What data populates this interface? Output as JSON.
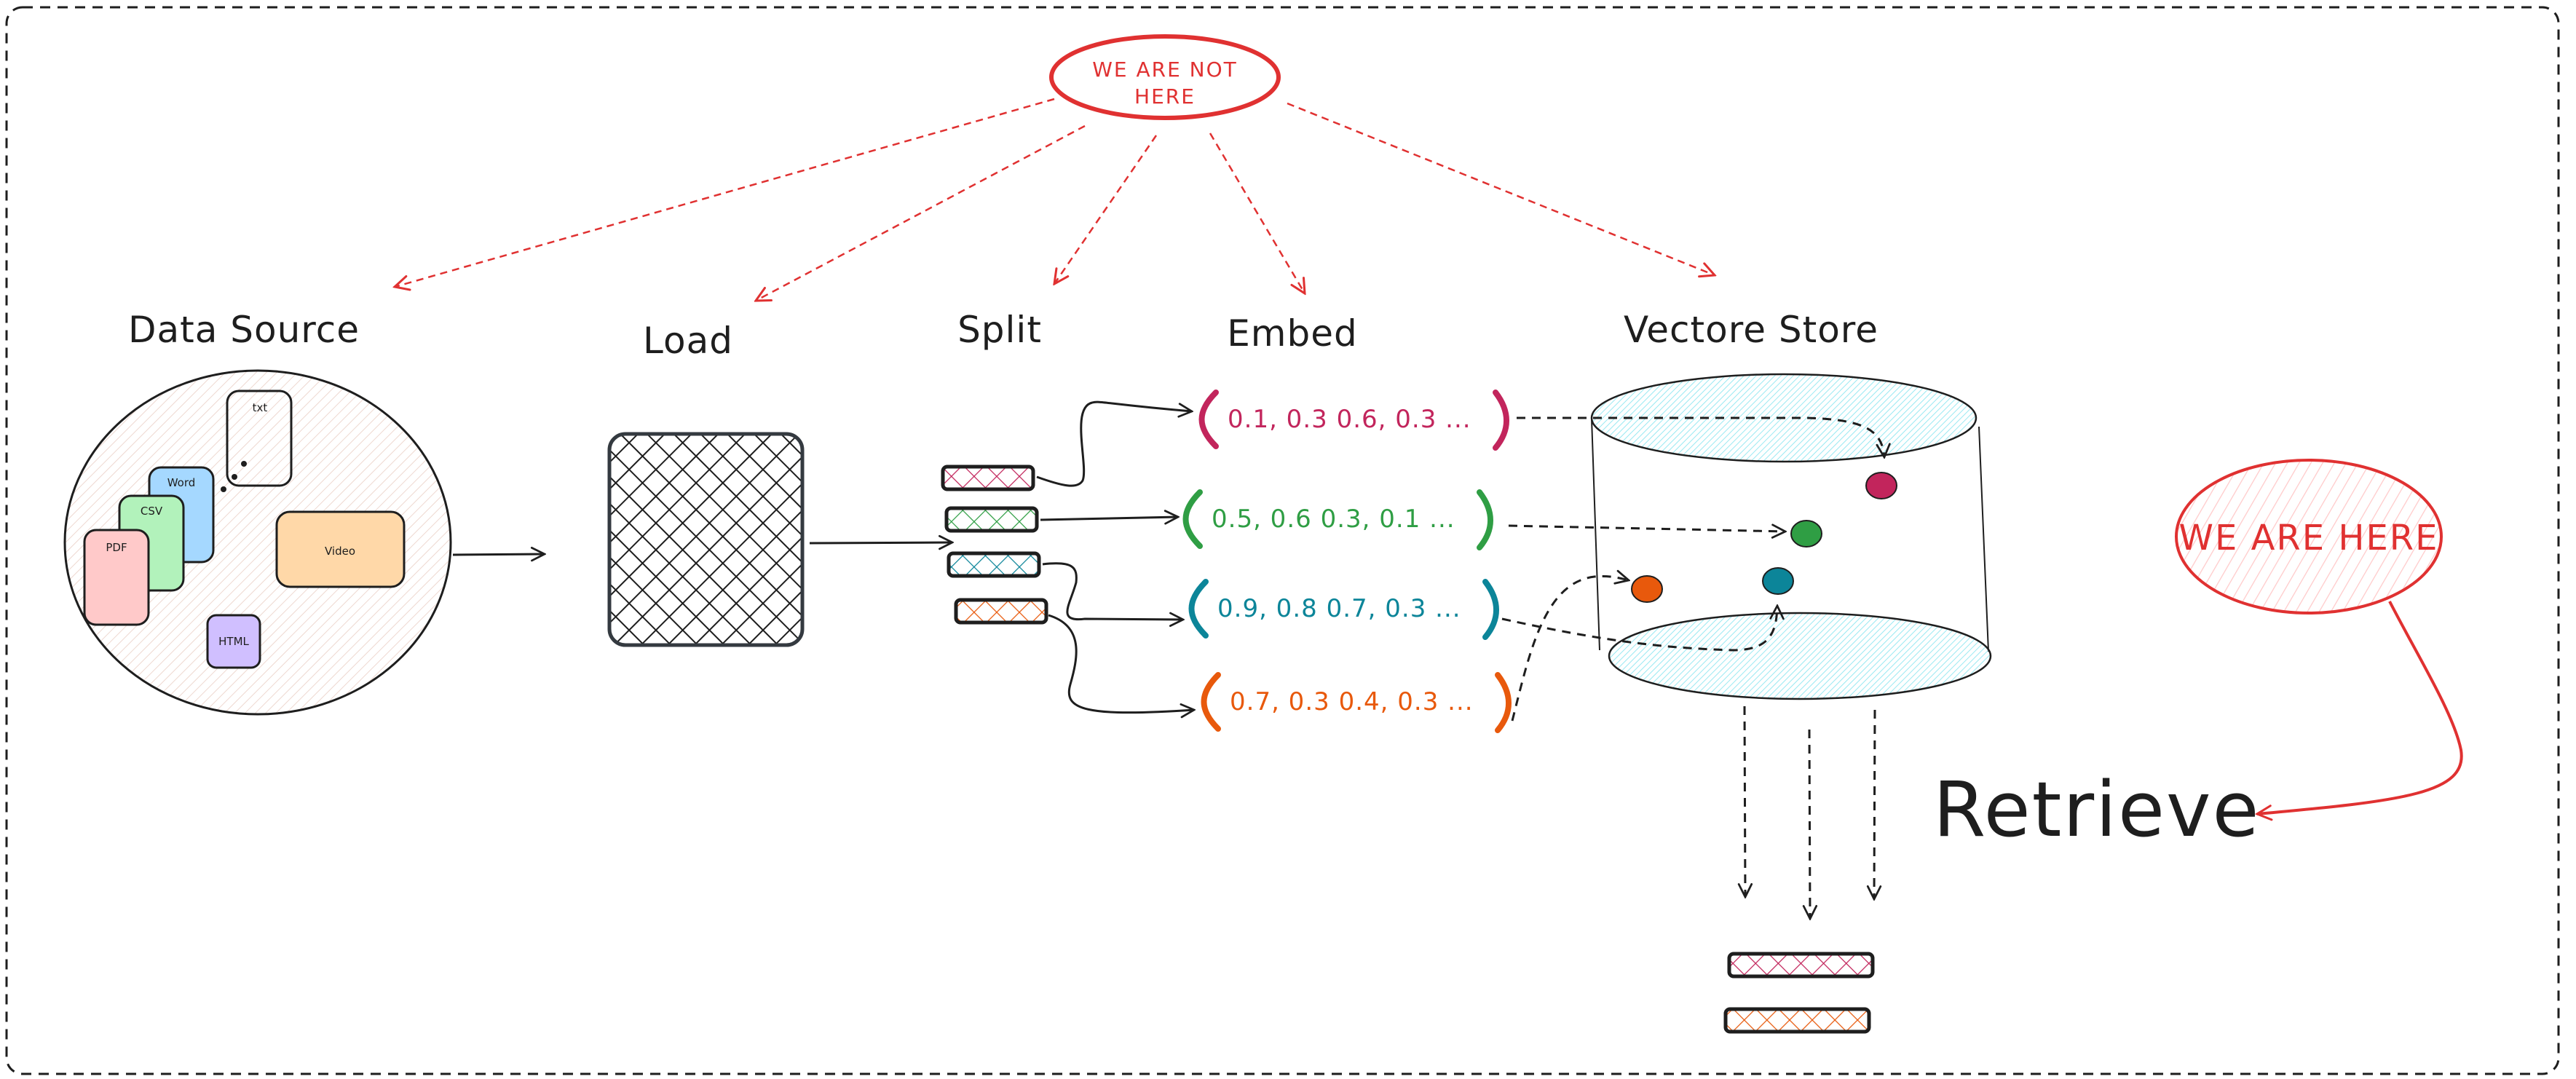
{
  "colors": {
    "ink": "#1e1e1e",
    "red": "#e03131",
    "pink": "#c2255c",
    "green": "#2f9e44",
    "teal": "#0c8599",
    "orange": "#e8590c",
    "pdf_fill": "#ffc9c9",
    "csv_fill": "#b2f2bb",
    "word_fill": "#a5d8ff",
    "video_fill": "#ffd8a8",
    "html_fill": "#d0bfff",
    "store_fill": "#c5f6fa"
  },
  "callouts": {
    "not_here": {
      "line1": "WE ARE NOT",
      "line2": "HERE"
    },
    "here": "WE ARE HERE"
  },
  "stages": {
    "data_source": "Data Source",
    "load": "Load",
    "split": "Split",
    "embed": "Embed",
    "vector_store": "Vectore Store",
    "retrieve": "Retrieve"
  },
  "data_sources": {
    "txt": "txt",
    "word": "Word",
    "csv": "CSV",
    "pdf": "PDF",
    "video": "Video",
    "html": "HTML"
  },
  "embeddings": [
    {
      "text": "0.1, 0.3 0.6, 0.3  ...",
      "color": "pink"
    },
    {
      "text": "0.5, 0.6 0.3, 0.1  ...",
      "color": "green"
    },
    {
      "text": "0.9, 0.8 0.7, 0.3  ...",
      "color": "teal"
    },
    {
      "text": "0.7, 0.3 0.4, 0.3  ...",
      "color": "orange"
    }
  ],
  "chunks": [
    "pink",
    "green",
    "teal",
    "orange"
  ],
  "stored_vectors": [
    "pink",
    "green",
    "teal",
    "orange"
  ],
  "retrieved_chunks": [
    "pink",
    "orange"
  ]
}
